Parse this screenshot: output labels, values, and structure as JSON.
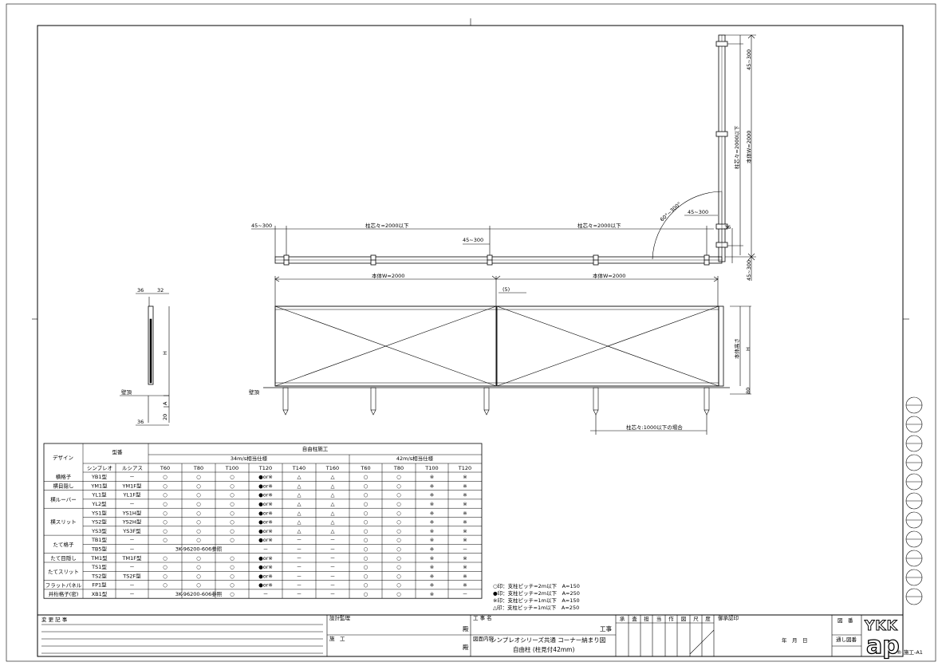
{
  "dimensions": {
    "d45_300": "45~300",
    "pitch_2000": "柱芯々=2000以下",
    "angle": "60°~300°",
    "d36": "36",
    "d32": "32",
    "d20": "20",
    "d80": "80",
    "body_w": "本体W=2000",
    "gap": "(5)",
    "body_h": "本体高さ",
    "H": "H",
    "A": "A",
    "body_w_vertical": "本体W=2000",
    "pitch_vertical": "柱芯々=2000以下",
    "wall_top": "壁頂",
    "pitch_1000": "柱芯々:1000以下の場合"
  },
  "spec_table": {
    "head_design": "デザイン",
    "head_type": "型番",
    "head_free": "自由柱施工",
    "head_34": "34m/s相当仕様",
    "head_42": "42m/s相当仕様",
    "sub_simple": "シンプレオ",
    "sub_lucias": "ルシアス",
    "cols34": [
      "T60",
      "T80",
      "T100",
      "T120",
      "T140",
      "T160"
    ],
    "cols42": [
      "T60",
      "T80",
      "T100",
      "T120"
    ],
    "groups": [
      {
        "name": "横格子",
        "start": 0,
        "span": 1
      },
      {
        "name": "横目隠し",
        "start": 1,
        "span": 1
      },
      {
        "name": "横ルーバー",
        "start": 2,
        "span": 2
      },
      {
        "name": "横スリット",
        "start": 4,
        "span": 3
      },
      {
        "name": "たて格子",
        "start": 7,
        "span": 2
      },
      {
        "name": "たて目隠し",
        "start": 9,
        "span": 1
      },
      {
        "name": "たてスリット",
        "start": 10,
        "span": 2
      },
      {
        "name": "フラットパネル",
        "start": 12,
        "span": 1
      },
      {
        "name": "井桁格子(密)",
        "start": 13,
        "span": 1
      }
    ],
    "rows": [
      {
        "s": "YB1型",
        "l": "－",
        "c": [
          "○",
          "○",
          "○",
          "●or※",
          "△",
          "△",
          "○",
          "○",
          "※",
          "※"
        ]
      },
      {
        "s": "YM1型",
        "l": "YM1F型",
        "c": [
          "○",
          "○",
          "○",
          "●or※",
          "△",
          "△",
          "○",
          "○",
          "※",
          "※"
        ]
      },
      {
        "s": "YL1型",
        "l": "YL1F型",
        "c": [
          "○",
          "○",
          "○",
          "●or※",
          "△",
          "△",
          "○",
          "○",
          "※",
          "※"
        ]
      },
      {
        "s": "YL2型",
        "l": "－",
        "c": [
          "○",
          "○",
          "○",
          "●or※",
          "△",
          "△",
          "○",
          "○",
          "※",
          "※"
        ]
      },
      {
        "s": "YS1型",
        "l": "YS1H型",
        "c": [
          "○",
          "○",
          "○",
          "●or※",
          "△",
          "△",
          "○",
          "○",
          "※",
          "※"
        ]
      },
      {
        "s": "YS2型",
        "l": "YS2H型",
        "c": [
          "○",
          "○",
          "○",
          "●or※",
          "△",
          "△",
          "○",
          "○",
          "※",
          "※"
        ]
      },
      {
        "s": "YS3型",
        "l": "YS3F型",
        "c": [
          "○",
          "○",
          "○",
          "●or※",
          "△",
          "△",
          "○",
          "○",
          "※",
          "※"
        ]
      },
      {
        "s": "TB1型",
        "l": "－",
        "c": [
          "○",
          "○",
          "○",
          "●or※",
          "－",
          "－",
          "○",
          "○",
          "※",
          "※"
        ]
      },
      {
        "s": "TB5型",
        "l": "－",
        "note": "3K-96200-606参照",
        "c": [
          "",
          "",
          "",
          "－",
          "－",
          "－",
          "○",
          "○",
          "※",
          "－"
        ]
      },
      {
        "s": "TM1型",
        "l": "TM1F型",
        "c": [
          "○",
          "○",
          "○",
          "●or※",
          "－",
          "－",
          "○",
          "○",
          "※",
          "※"
        ]
      },
      {
        "s": "TS1型",
        "l": "－",
        "c": [
          "○",
          "○",
          "○",
          "●or※",
          "－",
          "－",
          "○",
          "○",
          "※",
          "※"
        ]
      },
      {
        "s": "TS2型",
        "l": "TS2F型",
        "c": [
          "○",
          "○",
          "○",
          "●or※",
          "－",
          "－",
          "○",
          "○",
          "※",
          "※"
        ]
      },
      {
        "s": "FP1型",
        "l": "－",
        "c": [
          "○",
          "○",
          "○",
          "●or※",
          "－",
          "－",
          "○",
          "○",
          "※",
          "※"
        ]
      },
      {
        "s": "XB1型",
        "l": "－",
        "note": "3K-96200-606参照",
        "c": [
          "",
          "",
          "○",
          "－",
          "－",
          "－",
          "○",
          "○",
          "※",
          "－"
        ]
      }
    ]
  },
  "legend": [
    "○印：支柱ピッチ=2m以下　A=150",
    "●印：支柱ピッチ=2m以下　A=250",
    "※印：支柱ピッチ=1m以下　A=150",
    "△印：支柱ピッチ=1m以下　A=250"
  ],
  "title_block": {
    "change_record": "変 更 記 事",
    "design_supervision": "設計監理",
    "construction": "施　工",
    "dono": "殿",
    "project_name_label": "工 事 名",
    "project_suffix": "工事",
    "drawing_content_label": "図面内容",
    "drawing_title_1": "シンプレオシリーズ共通 コーナー納まり図",
    "drawing_title_2": "自由柱 (柱見付42mm)",
    "approval_cols": [
      "承",
      "査",
      "担",
      "当",
      "作",
      "図",
      "尺",
      "度"
    ],
    "approval_label": "御承認印",
    "date_text": "年　月　日",
    "drawing_no_label": "図　番",
    "serial_no_label": "通し図番",
    "logo_top": "YKK",
    "logo_bottom": "ap",
    "sheet_no": "施工-A1"
  }
}
